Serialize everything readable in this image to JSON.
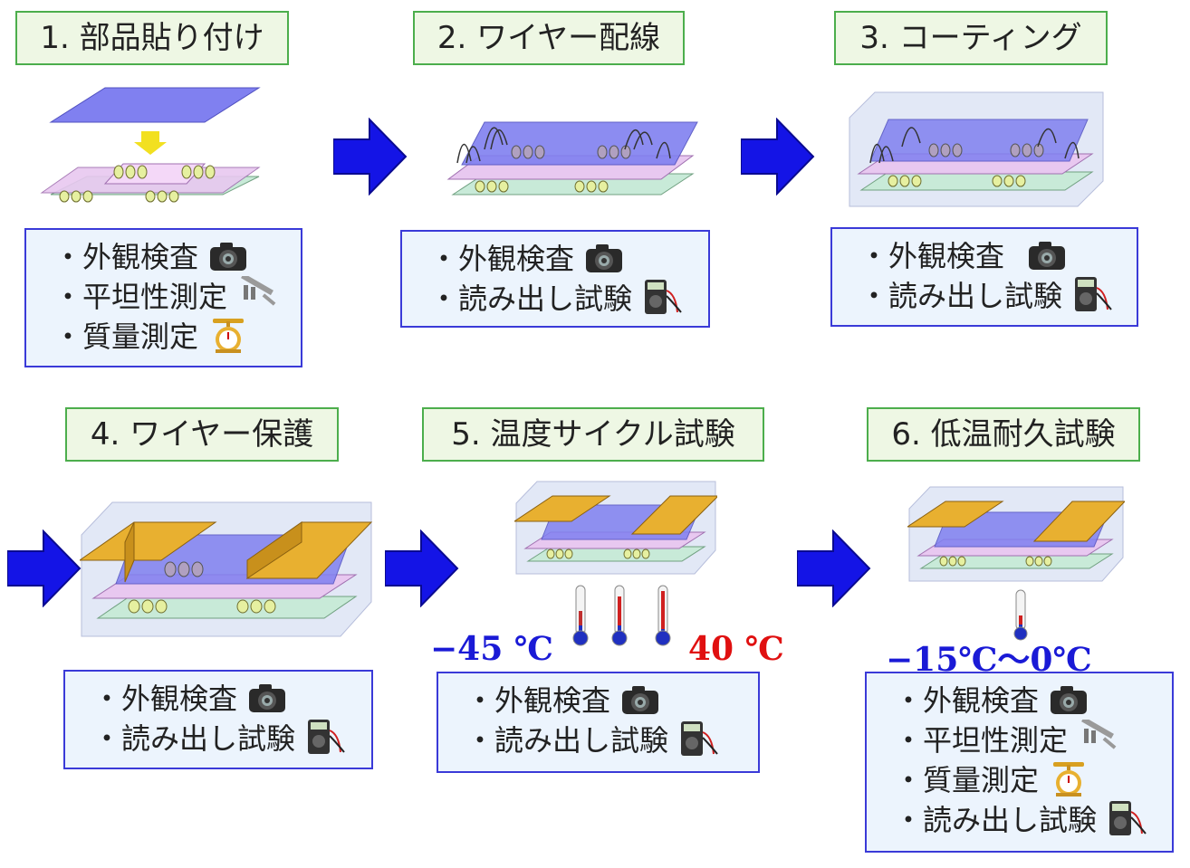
{
  "steps": [
    {
      "title": "1. 部品貼り付け",
      "checks": [
        {
          "label": "・外観検査",
          "icon": "camera-icon"
        },
        {
          "label": "・平坦性測定",
          "icon": "caliper-icon"
        },
        {
          "label": "・質量測定",
          "icon": "scale-icon"
        }
      ]
    },
    {
      "title": "2. ワイヤー配線",
      "checks": [
        {
          "label": "・外観検査",
          "icon": "camera-icon"
        },
        {
          "label": "・読み出し試験",
          "icon": "multimeter-icon"
        }
      ]
    },
    {
      "title": "3. コーティング",
      "checks": [
        {
          "label": "・外観検査",
          "icon": "camera-icon"
        },
        {
          "label": "・読み出し試験",
          "icon": "multimeter-icon"
        }
      ]
    },
    {
      "title": "4. ワイヤー保護",
      "checks": [
        {
          "label": "・外観検査",
          "icon": "camera-icon"
        },
        {
          "label": "・読み出し試験",
          "icon": "multimeter-icon"
        }
      ]
    },
    {
      "title": "5. 温度サイクル試験",
      "checks": [
        {
          "label": "・外観検査",
          "icon": "camera-icon"
        },
        {
          "label": "・読み出し試験",
          "icon": "multimeter-icon"
        }
      ]
    },
    {
      "title": "6. 低温耐久試験",
      "checks": [
        {
          "label": "・外観検査",
          "icon": "camera-icon"
        },
        {
          "label": "・平坦性測定",
          "icon": "caliper-icon"
        },
        {
          "label": "・質量測定",
          "icon": "scale-icon"
        },
        {
          "label": "・読み出し試験",
          "icon": "multimeter-icon"
        }
      ]
    }
  ],
  "temperatures": {
    "cycle_low": "−45 ℃",
    "cycle_high": "40 ℃",
    "endurance_range": "−15℃〜0℃"
  },
  "colors": {
    "title_fill": "#eef7e4",
    "title_border": "#4cae4c",
    "box_fill": "#ecf4fd",
    "box_border": "#3a3ad8",
    "arrow": "#1414e6",
    "temp_low": "#1a1ad6",
    "temp_high": "#e01010",
    "sensor": "#8080f0",
    "hybrid": "#e8c8f0",
    "pcb": "#c8ead8",
    "protector": "#e8b030"
  }
}
